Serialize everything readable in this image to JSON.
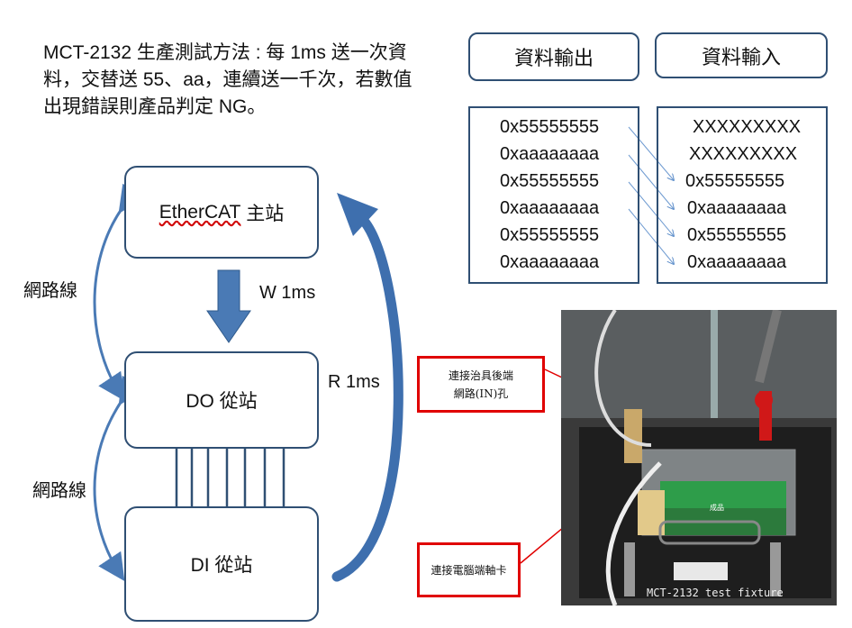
{
  "description": "MCT-2132 生產測試方法 : 每 1ms 送一次資料，交替送 55、aa，連續送一千次，若數值出現錯誤則產品判定 NG。",
  "nodes": {
    "master": {
      "prefix": "EtherCAT",
      "suffix": " 主站"
    },
    "do_slave": "DO 從站",
    "di_slave": "DI 從站"
  },
  "labels": {
    "cable_top": "網路線",
    "cable_bottom": "網路線",
    "write": "W 1ms",
    "read": "R 1ms"
  },
  "output_table": {
    "header": "資料輸出",
    "rows": [
      "0x55555555",
      "0xaaaaaaaa",
      "0x55555555",
      "0xaaaaaaaa",
      "0x55555555",
      "0xaaaaaaaa"
    ]
  },
  "input_table": {
    "header": "資料輸入",
    "rows": [
      "XXXXXXXXX",
      "XXXXXXXXX",
      "0x55555555",
      "0xaaaaaaaa",
      "0x55555555",
      "0xaaaaaaaa"
    ]
  },
  "callouts": {
    "fixture_line1": "連接治具後端",
    "fixture_line2": "網路(IN)孔",
    "pc_card": "連接電腦端軸卡"
  },
  "photo": {
    "fixture_label": "MCT-2132 test fixture",
    "board_label": "成品"
  },
  "colors": {
    "arrow_blue": "#4a7ab5",
    "border": "#2f4f73",
    "callout_red": "#e00000"
  }
}
